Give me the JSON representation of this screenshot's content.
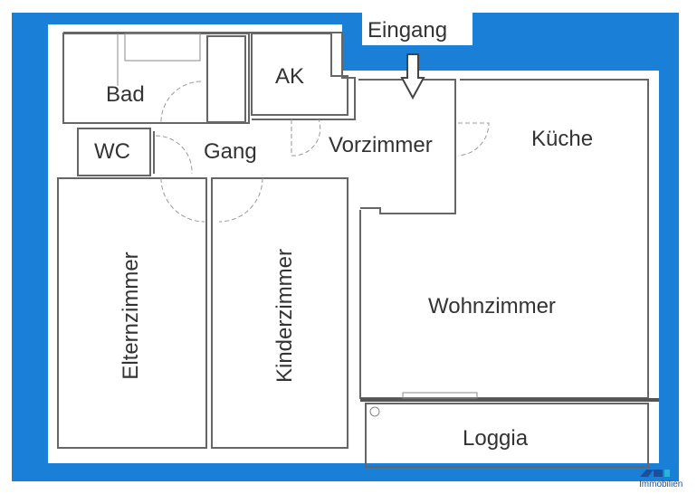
{
  "colors": {
    "frame": "#1a7fd6",
    "walls": "#666666",
    "text": "#333333",
    "logo": "#1b4f9c",
    "logo_accent": "#2bb3d6"
  },
  "entrance": {
    "label": "Eingang",
    "icon": "arrow-down-icon"
  },
  "rooms": {
    "bad": "Bad",
    "ak": "AK",
    "wc": "WC",
    "gang": "Gang",
    "vorzimmer": "Vorzimmer",
    "kueche": "Küche",
    "wohnzimmer": "Wohnzimmer",
    "elternzimmer": "Elternzimmer",
    "kinderzimmer": "Kinderzimmer",
    "loggia": "Loggia"
  },
  "logo": {
    "mark": "NP",
    "text": "Immobilien"
  }
}
